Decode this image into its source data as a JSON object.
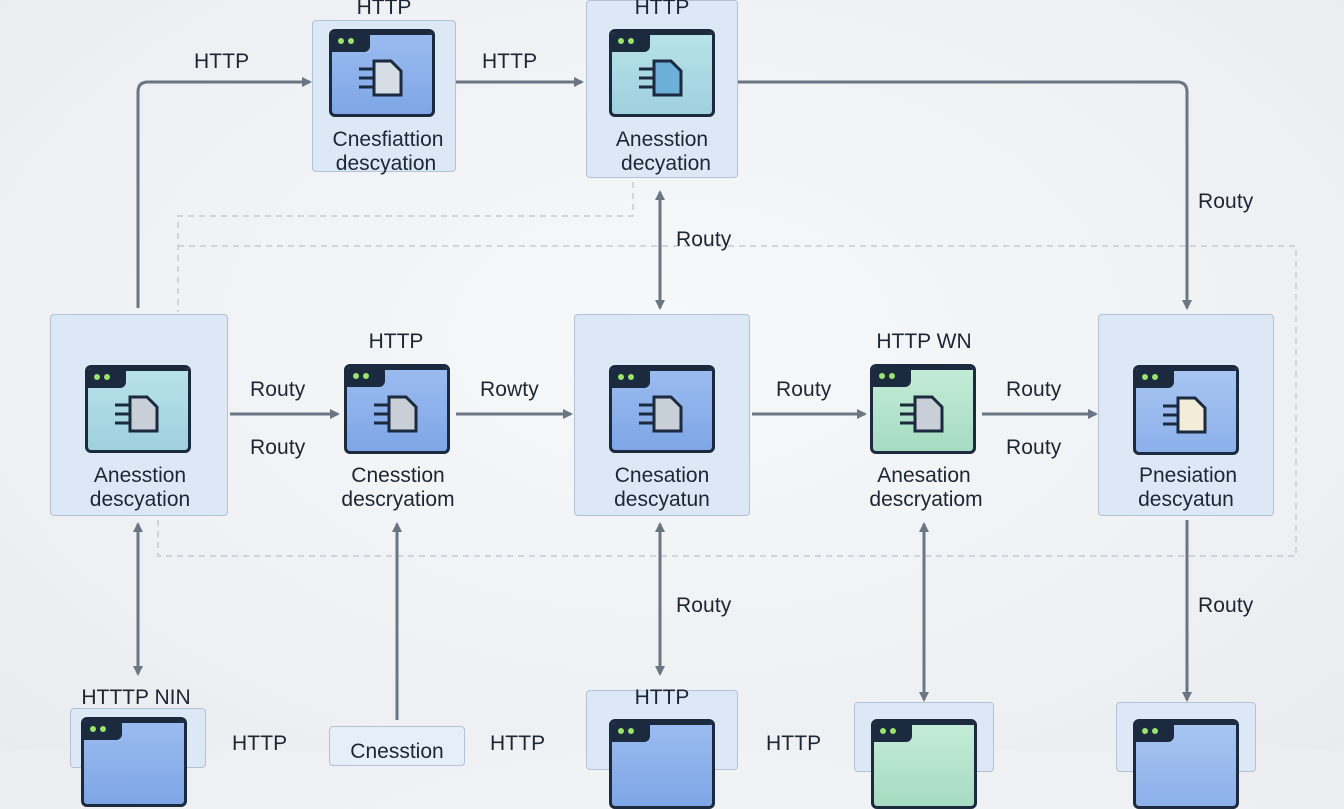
{
  "nodes": {
    "n_top_left": {
      "title": "HTTP",
      "line1": "Cnesfiattion",
      "line2": "descyation"
    },
    "n_top_mid": {
      "title": "HTTP",
      "line1": "Anesstion",
      "line2": "decyation"
    },
    "n_mid_1": {
      "line1": "Anesstion",
      "line2": "descyation"
    },
    "n_mid_2": {
      "title": "HTTP",
      "line1": "Cnesstion",
      "line2": "descryatiom"
    },
    "n_mid_3": {
      "line1": "Cnesation",
      "line2": "descyatun"
    },
    "n_mid_4": {
      "title": "HTTP WN",
      "line1": "Anesation",
      "line2": "descryatiom"
    },
    "n_mid_5": {
      "line1": "Pnesiation",
      "line2": "descyatun"
    },
    "n_bot_1": {
      "title": "HTTTP NIN"
    },
    "n_bot_2": {
      "line1": "Cnesstion"
    },
    "n_bot_3": {
      "title": "HTTP"
    }
  },
  "edge_labels": {
    "http_left_top": "HTTP",
    "http_top_between": "HTTP",
    "routy_top_right": "Routy",
    "routy_top_center": "Routy",
    "routy_mid_1a": "Routy",
    "routy_mid_1b": "Routy",
    "rowty_mid_2": "Rowty",
    "routy_mid_3": "Routy",
    "routy_mid_4a": "Routy",
    "routy_mid_4b": "Routy",
    "routy_bottom_center": "Routy",
    "routy_bottom_right": "Routy",
    "http_bottom_1": "HTTP",
    "http_bottom_2": "HTTP",
    "http_bottom_3": "HTTP"
  },
  "colors": {
    "box_fill": "#dce8f6",
    "box_border": "#b3c2d4",
    "arrow": "#6b7684",
    "icon_blue": "#7ea6e6",
    "icon_teal": "#9fd0dd",
    "icon_mint": "#a6dcc1",
    "icon_border": "#1b2a3e",
    "icon_dots": "#9be36d"
  },
  "icons": [
    "browser-window-icon",
    "circuit-chip-icon"
  ]
}
